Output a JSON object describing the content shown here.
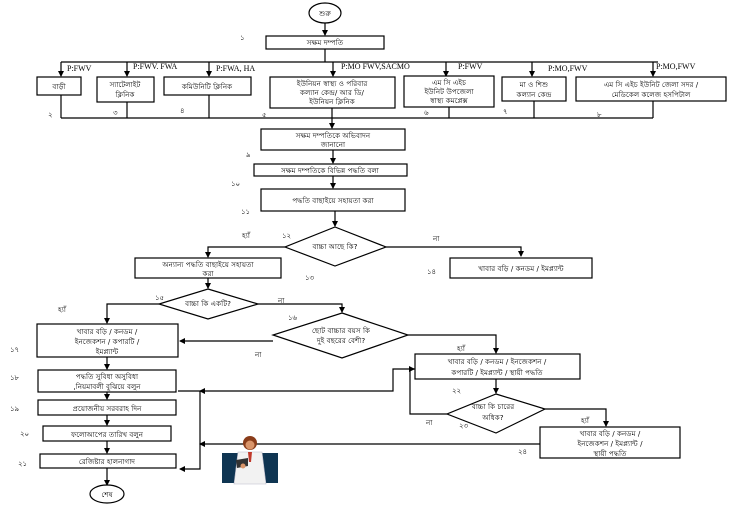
{
  "title": "Family planning counselling flowchart",
  "start": "শুরু",
  "end": "শেষ",
  "steps": {
    "s1": {
      "num": "১",
      "text": "সক্ষম দম্পতি"
    },
    "s2": {
      "num": "২",
      "text": "বাড়ী",
      "tag": "P:FWV"
    },
    "s3": {
      "num": "৩",
      "text1": "স্যাটেলাইট",
      "text2": "ক্লিনিক",
      "tag": "P:FWV. FWA"
    },
    "s4": {
      "num": "৪",
      "text": "কমিউনিটি ক্লিনিক",
      "tag": "P:FWA, HA"
    },
    "s5": {
      "num": "৫",
      "text1": "ইউনিয়ন  স্বাস্থ্য ও পরিবার",
      "text2": "কল্যান কেন্দ্র/ আর ডি/",
      "text3": "ইউনিয়ন ক্লিনিক",
      "tag": "P:MO FWV,SACMO"
    },
    "s6": {
      "num": "৬",
      "text1": "এম সি এইচ",
      "text2": "ইউনিট উপজেলা",
      "text3": "স্বাস্থ্য কমপ্লেক্স",
      "tag": "P:FWV"
    },
    "s7": {
      "num": "৭",
      "text1": "মা ও শিশু",
      "text2": "কল্যান কেন্দ্র",
      "tag": "P:MO,FWV"
    },
    "s8": {
      "num": "৮",
      "text1": "এম সি এইচ ইউনিট জেলা সদর /",
      "text2": "মেডিকেল কলেজ হসপিটাল",
      "tag": "P:MO,FWV"
    },
    "s9": {
      "num": "৯",
      "text1": "সক্ষম দম্পতিকে অভিবাদন",
      "text2": "জানানো"
    },
    "s10": {
      "num": "১০",
      "text": "সক্ষম দম্পতিকে বিভিন্ন পদ্ধতি বলা"
    },
    "s11": {
      "num": "১১",
      "text": "পদ্ধতি বাছাইয়ে সহায়তা করা"
    },
    "s12": {
      "num": "১২",
      "text": "বাচ্চা আছে কি?",
      "yes": "হ্যাঁ",
      "no": "না"
    },
    "s13": {
      "num": "১৩",
      "text1": "অন্যান্য পদ্ধতি বাছাইয়ে সহায়তা",
      "text2": "করা"
    },
    "s14": {
      "num": "১৪",
      "text": "খাবার বড়ি / কনডম / ইমপ্ল্যান্ট"
    },
    "s15": {
      "num": "১৫",
      "text": "বাচ্চা কি একটি?",
      "yes": "হ্যাঁ",
      "no": "না"
    },
    "s16": {
      "num": "১৬",
      "text1": "ছোট বাচ্চার বয়স কি",
      "text2": "দুই বছরের বেশী?",
      "yes": "হ্যাঁ",
      "no": "না"
    },
    "s17": {
      "num": "১৭",
      "text1": "খাবার বড়ি / কনডম /",
      "text2": "ইনজেকশন / কপারটি /",
      "text3": "ইমপ্ল্যান্ট"
    },
    "s18": {
      "num": "১৮",
      "text1": "পদ্ধতি সুবিধা অসুবিধা",
      "text2": ",নিয়মাবলী বুঝিয়ে বলুন"
    },
    "s19": {
      "num": "১৯",
      "text": "প্রয়োজনীয় সরবরাহ দিন"
    },
    "s20": {
      "num": "২০",
      "text": "ফলোআপের তারিখ বলুন"
    },
    "s21": {
      "num": "২১",
      "text": "রেজিষ্টার হালনাগাদ"
    },
    "s22": {
      "num": "২২",
      "text1": "খাবার বড়ি / কনডম / ইনজেকশন /",
      "text2": "কপারটি / ইমপ্ল্যান্ট / স্থায়ী পদ্ধতি"
    },
    "s23": {
      "num": "২৩",
      "text1": "বাচ্চা কি চারের",
      "text2": "অধিক?",
      "yes": "হ্যাঁ",
      "no": "না"
    },
    "s24": {
      "num": "২৪",
      "text1": "খাবার বড়ি / কনডম /",
      "text2": "ইনজেকশন / ইমপ্ল্যান্ট /",
      "text3": "স্থায়ী পদ্ধতি"
    }
  },
  "clipart": {
    "icon": "doctor-clipart-icon",
    "bg": "#0f3552"
  }
}
